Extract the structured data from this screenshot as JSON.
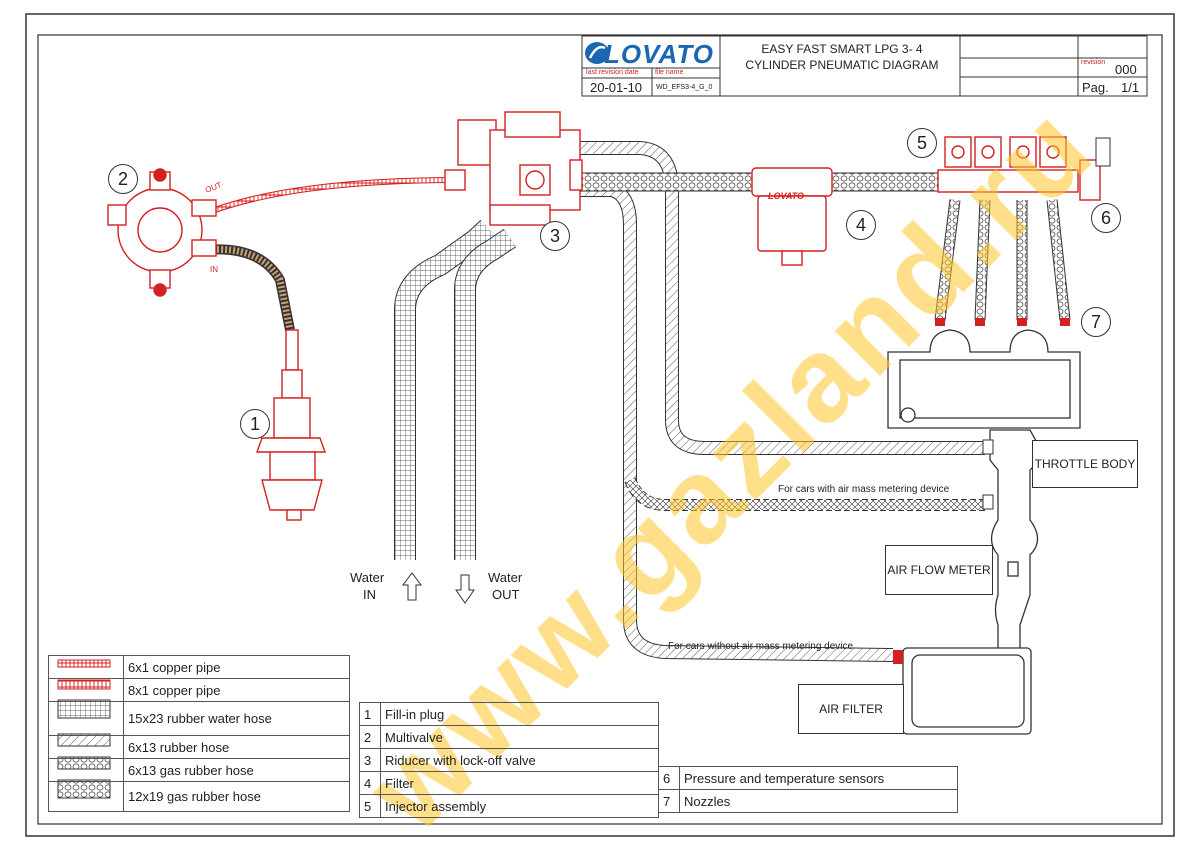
{
  "title_block": {
    "logo": "LOVATO",
    "title_line1": "EASY FAST SMART LPG 3- 4",
    "title_line2": "CYLINDER PNEUMATIC DIAGRAM",
    "last_revision_label": "last revision date",
    "file_name_label": "file name",
    "date": "20-01-10",
    "file_name": "WD_EFS3-4_G_0",
    "revision_label": "revision",
    "revision": "000",
    "page_label": "Pag.",
    "page": "1/1"
  },
  "callouts": [
    "1",
    "2",
    "3",
    "4",
    "5",
    "6",
    "7"
  ],
  "labels": {
    "water_in_1": "Water",
    "water_in_2": "IN",
    "water_out_1": "Water",
    "water_out_2": "OUT",
    "throttle_body": "THROTTLE BODY",
    "air_flow_meter": "AIR FLOW METER",
    "air_filter": "AIR FILTER",
    "with_mass": "For cars with air mass metering device",
    "without_mass": "For cars without air mass metering device",
    "reg_in": "IN",
    "reg_out": "OUT",
    "filter_brand": "LOVATO"
  },
  "legend": [
    {
      "text": "6x1 copper pipe"
    },
    {
      "text": "8x1 copper pipe"
    },
    {
      "text": "15x23 rubber water hose"
    },
    {
      "text": "6x13 rubber hose"
    },
    {
      "text": "6x13 gas rubber hose"
    },
    {
      "text": "12x19 gas rubber hose"
    }
  ],
  "parts": [
    {
      "num": "1",
      "name": "Fill-in plug"
    },
    {
      "num": "2",
      "name": "Multivalve"
    },
    {
      "num": "3",
      "name": "Riducer with lock-off valve"
    },
    {
      "num": "4",
      "name": "Filter"
    },
    {
      "num": "5",
      "name": "Injector assembly"
    },
    {
      "num": "6",
      "name": "Pressure and temperature sensors"
    },
    {
      "num": "7",
      "name": "Nozzles"
    }
  ],
  "watermark": "www.gazland.ru",
  "colors": {
    "component_red": "#d42020",
    "outline": "#333333",
    "watermark": "#ffc428"
  }
}
